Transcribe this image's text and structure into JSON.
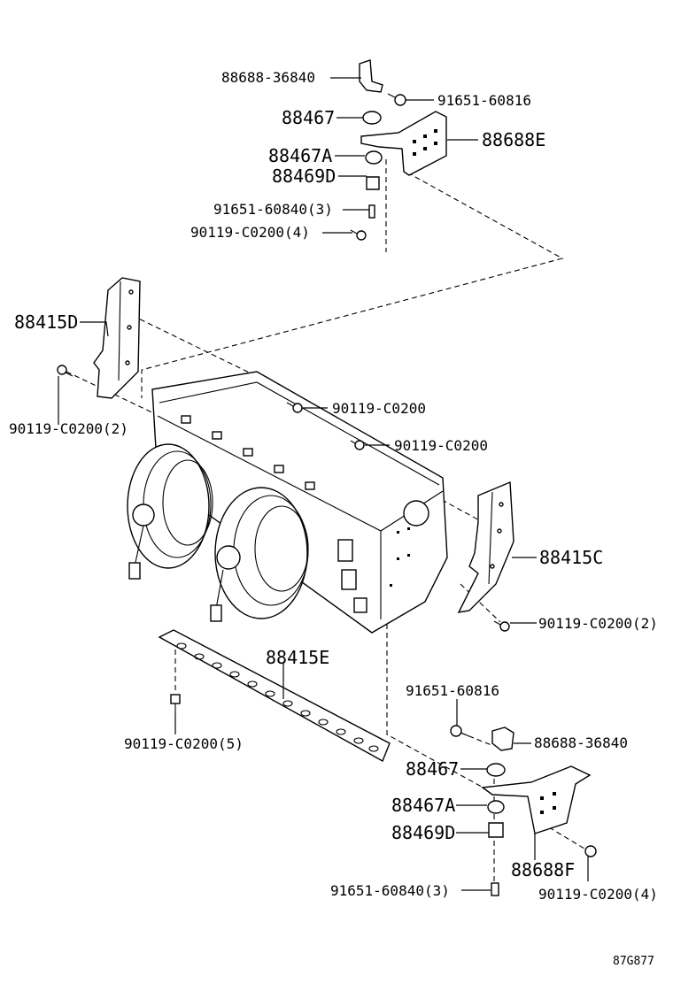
{
  "callouts": {
    "top_bracket_pin": "88688-36840",
    "top_bolt_1": "91651-60816",
    "top_cushion": "88467",
    "top_bracket": "88688E",
    "top_cushion_a": "88467A",
    "top_collar": "88469D",
    "top_bolt_3": "91651-60840(3)",
    "top_bolt_4": "90119-C0200(4)",
    "left_panel": "88415D",
    "left_bolt_2": "90119-C0200(2)",
    "top_shroud_bolt": "90119-C0200",
    "mid_shroud_bolt": "90119-C0200",
    "right_panel": "88415C",
    "right_bolt_2": "90119-C0200(2)",
    "bottom_seal": "88415E",
    "bottom_seal_bolt": "90119-C0200(5)",
    "bot_bolt_1": "91651-60816",
    "bot_bracket_pin": "88688-36840",
    "bot_cushion": "88467",
    "bot_cushion_a": "88467A",
    "bot_collar": "88469D",
    "bot_bracket": "88688F",
    "bot_bolt_3": "91651-60840(3)",
    "bot_bolt_4": "90119-C0200(4)"
  },
  "figure_code": "87G877"
}
